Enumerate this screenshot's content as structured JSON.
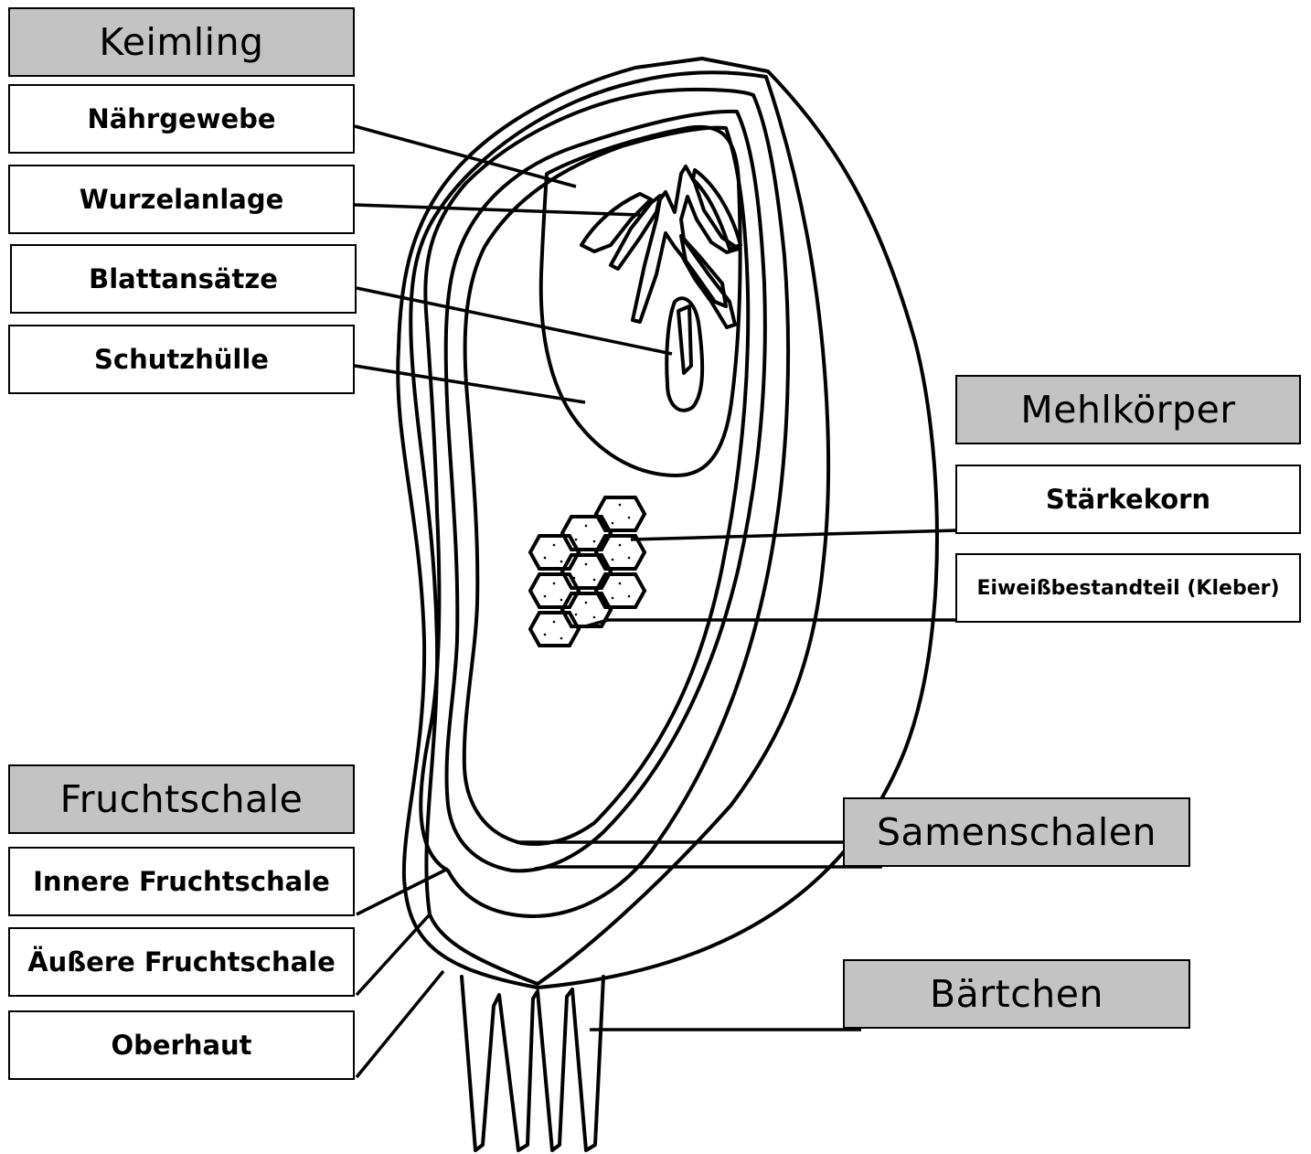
{
  "groups": {
    "keimling": {
      "title": "Keimling",
      "labels": [
        "Nährgewebe",
        "Wurzelanlage",
        "Blattansätze",
        "Schutzhülle"
      ]
    },
    "mehlkoerper": {
      "title": "Mehlkörper",
      "labels": [
        "Stärkekorn",
        "Eiweißbestandteil (Kleber)"
      ]
    },
    "fruchtschale": {
      "title": "Fruchtschale",
      "labels": [
        "Innere Fruchtschale",
        "Äußere Fruchtschale",
        "Oberhaut"
      ]
    },
    "samenschalen": {
      "title": "Samenschalen"
    },
    "baertchen": {
      "title": "Bärtchen"
    }
  },
  "colors": {
    "header_fill": "#c3c3c3",
    "stroke": "#000000",
    "label_fill": "#ffffff"
  }
}
